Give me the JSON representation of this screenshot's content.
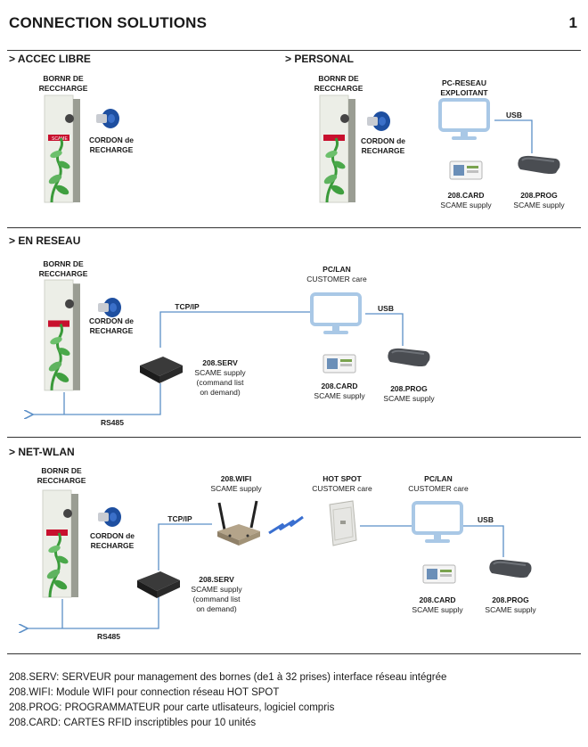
{
  "header": {
    "title": "CONNECTION SOLUTIONS",
    "page_number": "1"
  },
  "sections": {
    "accec_libre": "> ACCEC LIBRE",
    "personal": "> PERSONAL",
    "en_reseau": "> EN RESEAU",
    "net_wlan": "> NET-WLAN"
  },
  "labels": {
    "borne_1": "BORNR DE",
    "borne_2": "RECCHARGE",
    "cordon_1": "CORDON de",
    "cordon_2": "RECHARGE",
    "pc_reseau_1": "PC-RESEAU",
    "pc_reseau_2": "EXPLOITANT",
    "pc_lan": "PC/LAN",
    "customer_care": "CUSTOMER care",
    "hot_spot": "HOT SPOT",
    "usb": "USB",
    "tcp_ip": "TCP/IP",
    "rs485": "RS485",
    "card": "208.CARD",
    "prog": "208.PROG",
    "serv": "208.SERV",
    "wifi": "208.WIFI",
    "scame_supply": "SCAME supply",
    "cmd_1": "(command list",
    "cmd_2": "on demand)",
    "brand": "SCAME"
  },
  "footer": [
    "208.SERV: SERVEUR pour management des bornes  (de1 à 32 prises) interface réseau intégrée",
    "208.WIFI: Module WIFI pour connection réseau HOT SPOT",
    "208.PROG: PROGRAMMATEUR pour carte utlisateurs, logiciel compris",
    "208.CARD: CARTES RFID inscriptibles pour 10 unités"
  ],
  "colors": {
    "line": "#5b8fc7",
    "monitor": "#a9c8e6",
    "pillar": "#e8eae3",
    "leaf": "#3a9a3a",
    "plug": "#1e4fa0"
  }
}
